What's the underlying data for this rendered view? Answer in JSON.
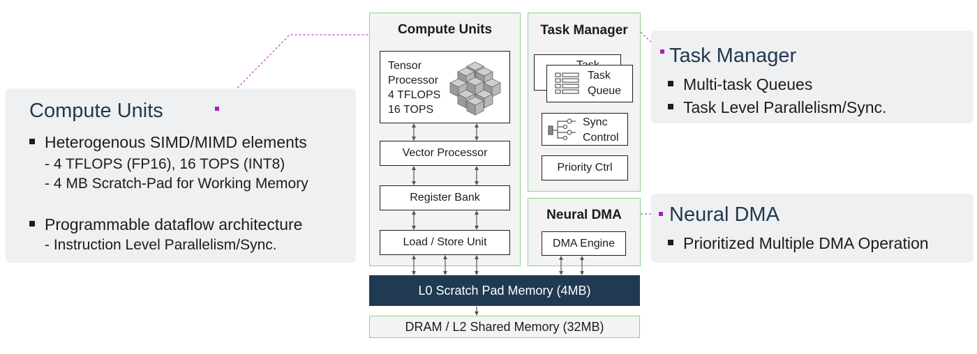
{
  "compute_callout": {
    "title": "Compute Units",
    "bullets": [
      {
        "text": "Heterogenous SIMD/MIMD elements",
        "subs": [
          "- 4 TFLOPS (FP16), 16 TOPS (INT8)",
          "- 4 MB Scratch-Pad for Working Memory"
        ]
      },
      {
        "text": "Programmable dataflow architecture",
        "subs": [
          "- Instruction Level Parallelism/Sync."
        ]
      }
    ]
  },
  "task_callout": {
    "title": "Task Manager",
    "bullets": [
      "Multi-task Queues",
      "Task Level Parallelism/Sync."
    ]
  },
  "dma_callout": {
    "title": "Neural DMA",
    "bullets": [
      "Prioritized Multiple DMA Operation"
    ]
  },
  "compute_panel": {
    "title": "Compute Units",
    "tensor_lines": [
      "Tensor",
      "Processor",
      "4 TFLOPS",
      "16 TOPS"
    ],
    "vector": "Vector Processor",
    "register": "Register Bank",
    "loadstore": "Load / Store Unit"
  },
  "task_panel": {
    "title": "Task Manager",
    "queue_back": "Task",
    "queue_front": [
      "Task",
      "Queue"
    ],
    "sync": [
      "Sync",
      "Control"
    ],
    "priority": "Priority Ctrl"
  },
  "dma_panel": {
    "title": "Neural DMA",
    "engine": "DMA Engine"
  },
  "memory": {
    "l0": "L0 Scratch Pad Memory (4MB)",
    "dram": "DRAM / L2 Shared Memory (32MB)"
  },
  "icons": [
    "cube-cluster-icon",
    "queue-list-icon",
    "sync-tree-icon"
  ],
  "colors": {
    "accent_magenta": "#b11bb8",
    "panel_border": "#8fd08f",
    "memory_bar": "#1f3a52",
    "callout_title": "#22384f"
  }
}
